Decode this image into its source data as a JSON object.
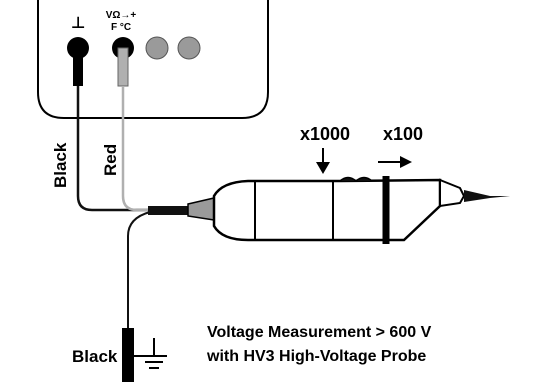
{
  "meter": {
    "terminal_common_symbol": "⊥",
    "terminal_input_label_line1": "VΩ→+",
    "terminal_input_label_line2": "F °C"
  },
  "cables": {
    "black_label": "Black",
    "red_label": "Red"
  },
  "probe": {
    "marker_x1000": "x1000",
    "marker_x100": "x100"
  },
  "ground": {
    "black_label": "Black"
  },
  "caption": {
    "line1": "Voltage Measurement > 600 V",
    "line2": "with HV3 High-Voltage Probe"
  },
  "colors": {
    "black_wire": "#111111",
    "red_wire": "#b0b0b0",
    "jack_grey": "#9a9a9a"
  }
}
